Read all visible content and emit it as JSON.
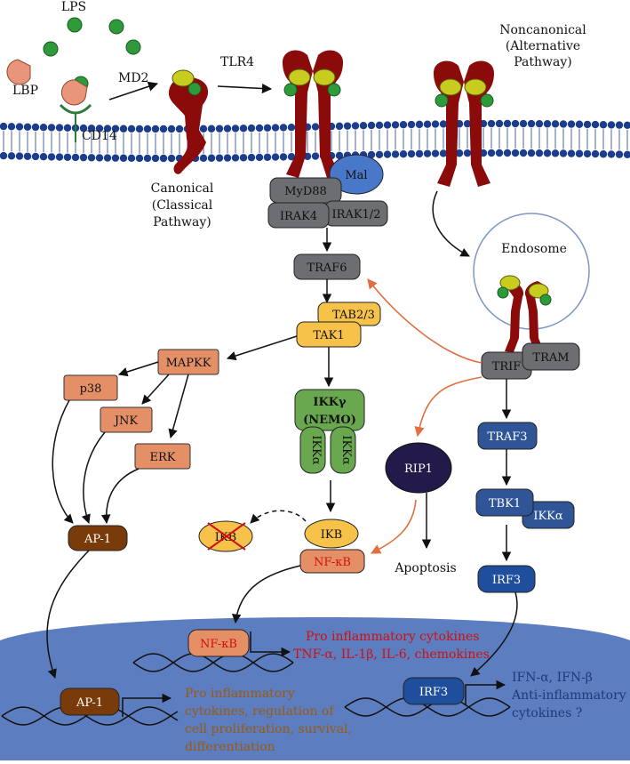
{
  "labels": {
    "lps": "LPS",
    "lbp": "LBP",
    "cd14": "CD14",
    "md2": "MD2",
    "tlr4": "TLR4",
    "noncanonical": [
      "Noncanonical",
      "(Alternative",
      "Pathway)"
    ],
    "canonical": [
      "Canonical",
      "(Classical",
      "Pathway)"
    ],
    "endosome": "Endosome",
    "apoptosis": "Apoptosis"
  },
  "nodes": {
    "mal": "Mal",
    "myd88": "MyD88",
    "irak4": "IRAK4",
    "irak12": "IRAK1/2",
    "traf6": "TRAF6",
    "tab23": "TAB2/3",
    "tak1": "TAK1",
    "mapkk": "MAPKK",
    "p38": "p38",
    "jnk": "JNK",
    "erk": "ERK",
    "ap1": "AP-1",
    "ikkg": "IKKγ",
    "nemo": "(NEMO)",
    "ikka_left": "IKKα",
    "ikka_right": "IKKα",
    "ikb_degraded": "IKB",
    "ikb": "IKB",
    "nfkb": "NF-κB",
    "rip1": "RIP1",
    "trif": "TRIF",
    "tram": "TRAM",
    "traf3": "TRAF3",
    "tbk1": "TBK1",
    "ikka_tbk": "IKKα",
    "irf3": "IRF3"
  },
  "nucleus": {
    "nfkb": "NF-κB",
    "ap1": "AP-1",
    "irf3": "IRF3",
    "nfkb_out": [
      "Pro inflammatory cytokines",
      "TNF-α, IL-1β, IL-6, chemokines"
    ],
    "ap1_out": [
      "Pro inflammatory",
      "cytokines, regulation of",
      "cell proliferation, survival,",
      "differentiation"
    ],
    "irf3_out": [
      "IFN-α, IFN-β",
      "Anti-inflammatory",
      "cytokines ?"
    ]
  },
  "colors": {
    "receptor": "#8b0a0a",
    "lps_ball": "#2e9a3a",
    "md2_ball": "#c8cc1e",
    "lbp": "#e8957a",
    "membrane": "#1c3c8c",
    "nucleus": "#5c7dbf",
    "gray_box": "#6d6e72",
    "yellow_box": "#f6c24a",
    "salmon_box": "#e58f66",
    "brown_box": "#7a3b0a",
    "green_box": "#6aa84f",
    "blue_box": "#2f5597",
    "dark_blue_box": "#1f4e9c",
    "rip1": "#241a4a",
    "orange_arrow": "#e07040",
    "red_text": "#d01010",
    "brown_text": "#9a5a10",
    "blue_text": "#1f3a78"
  }
}
